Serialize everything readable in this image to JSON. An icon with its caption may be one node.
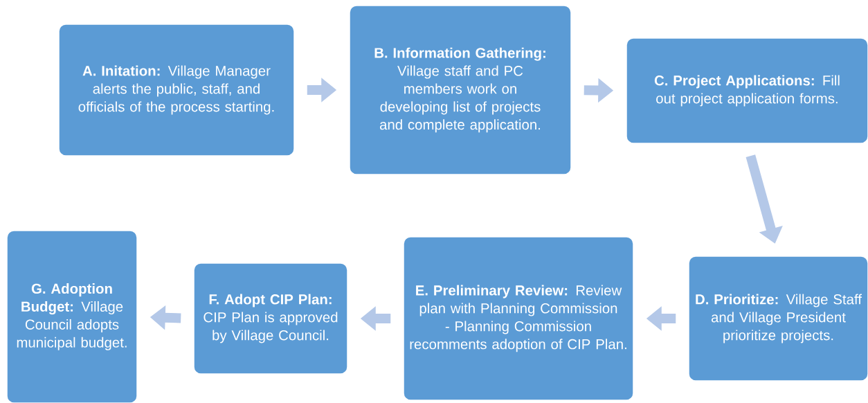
{
  "diagram": {
    "nodes": [
      {
        "text": [
          "**A. Initation:** Village Manager alerts the public, staff, and officials of the process starting."
        ]
      },
      {
        "text": [
          "**B. Information Gathering:** Village staff and PC members work on developing list of projects and complete application."
        ]
      },
      {
        "text": [
          "**C. Project Applications:** Fill out project application forms."
        ]
      },
      {
        "text": [
          "**D. Prioritize:** Village Staff and Village President prioritize projects."
        ]
      },
      {
        "text": [
          "**E. Preliminary Review:** Review plan with Planning Commission - Planning Commission recomments adoption of CIP Plan."
        ]
      },
      {
        "text": [
          "**F. Adopt CIP Plan:** CIP Plan is approved by Village Council."
        ]
      },
      {
        "text": [
          "**G. Adoption Budget:** Village Council adopts municipal budget."
        ]
      }
    ],
    "edges": [
      {
        "from": 0,
        "to": 1,
        "arrow": "to"
      },
      {
        "from": 1,
        "to": 2,
        "arrow": "to"
      },
      {
        "from": 2,
        "to": 3,
        "arrow": "to"
      },
      {
        "from": 3,
        "to": 4,
        "arrow": "to"
      },
      {
        "from": 4,
        "to": 5,
        "arrow": "to"
      },
      {
        "from": 5,
        "to": 6,
        "arrow": "to"
      }
    ]
  }
}
